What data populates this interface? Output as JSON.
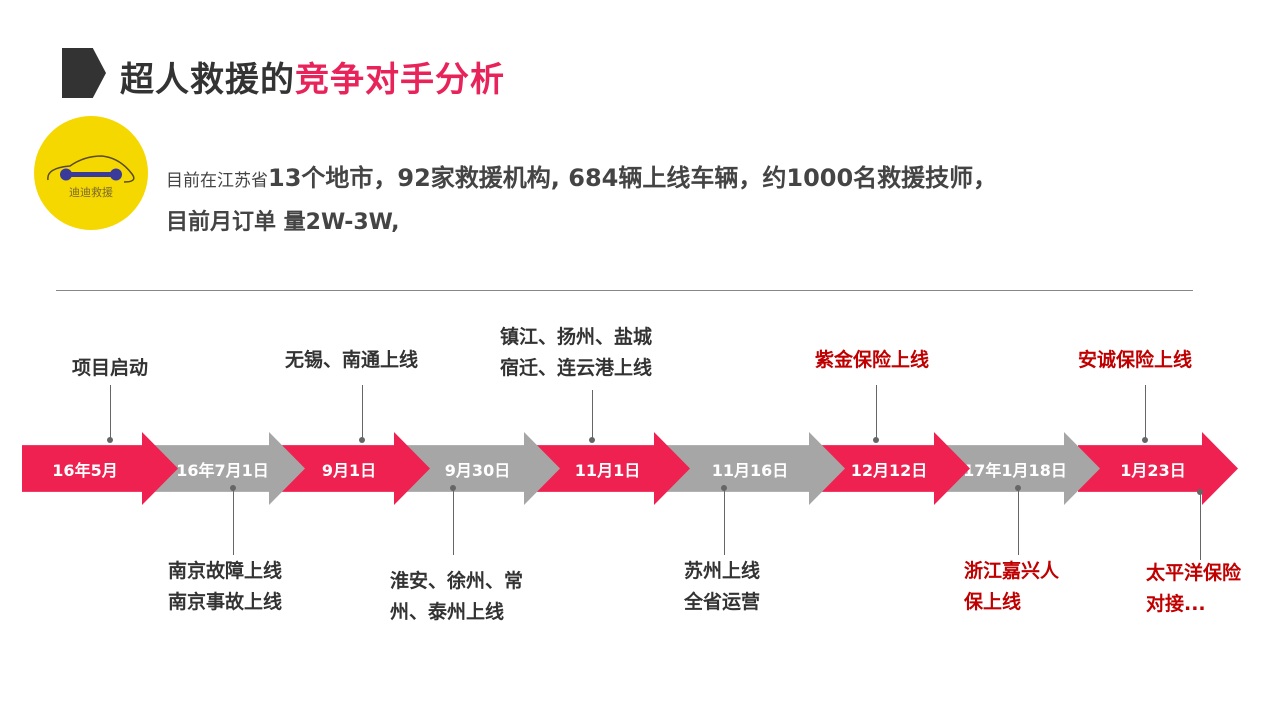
{
  "title": {
    "part1": "超人救援的",
    "part2": "竞争对手分析"
  },
  "logo": {
    "text": "迪迪救援",
    "icon": "car-wrench-icon"
  },
  "summary": {
    "prefix": "目前在江苏省",
    "stats": "13个地市，92家救援机构, 684辆上线车辆，约1000名救援技师，",
    "line2": "目前月订单 量2W-3W,"
  },
  "timeline": [
    {
      "date": "16年5月",
      "color": "red",
      "label": [
        "项目启动"
      ],
      "pos": "top",
      "hl": false
    },
    {
      "date": "16年7月1日",
      "color": "gray",
      "label": [
        "南京故障上线",
        "南京事故上线"
      ],
      "pos": "bottom",
      "hl": false
    },
    {
      "date": "9月1日",
      "color": "red",
      "label": [
        "无锡、南通上线"
      ],
      "pos": "top",
      "hl": false
    },
    {
      "date": "9月30日",
      "color": "gray",
      "label": [
        "淮安、徐州、常",
        "州、泰州上线"
      ],
      "pos": "bottom",
      "hl": false
    },
    {
      "date": "11月1日",
      "color": "red",
      "label": [
        "镇江、扬州、盐城",
        "宿迁、连云港上线"
      ],
      "pos": "top",
      "hl": false
    },
    {
      "date": "11月16日",
      "color": "gray",
      "label": [
        "苏州上线",
        "全省运营"
      ],
      "pos": "bottom",
      "hl": false
    },
    {
      "date": "12月12日",
      "color": "red",
      "label": [
        "紫金保险上线"
      ],
      "pos": "top",
      "hl": true
    },
    {
      "date": "17年1月18日",
      "color": "gray",
      "label": [
        "浙江嘉兴人",
        "保上线"
      ],
      "pos": "bottom",
      "hl": true
    },
    {
      "date": "1月23日",
      "color": "red",
      "label": [
        "安诚保险上线"
      ],
      "pos": "top",
      "hl": true
    },
    {
      "date": "",
      "color": "",
      "label": [
        "太平洋保险",
        "对接..."
      ],
      "pos": "bottom",
      "hl": true
    }
  ]
}
